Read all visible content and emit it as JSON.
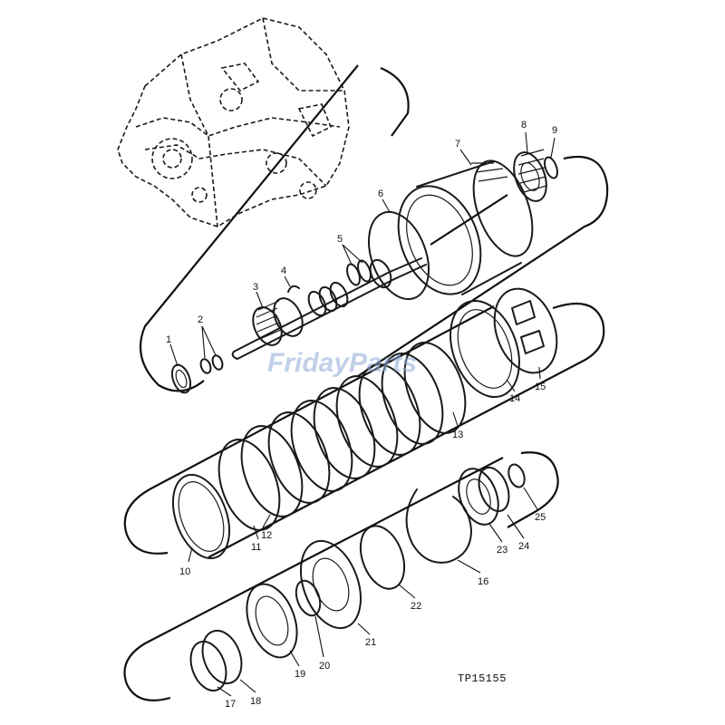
{
  "diagram": {
    "figure_id": "TP15155",
    "watermark": "FridayParts",
    "callouts": [
      "1",
      "2",
      "3",
      "4",
      "5",
      "6",
      "7",
      "8",
      "9",
      "10",
      "11",
      "12",
      "13",
      "14",
      "15",
      "16",
      "17",
      "18",
      "19",
      "20",
      "21",
      "22",
      "23",
      "24",
      "25"
    ]
  }
}
